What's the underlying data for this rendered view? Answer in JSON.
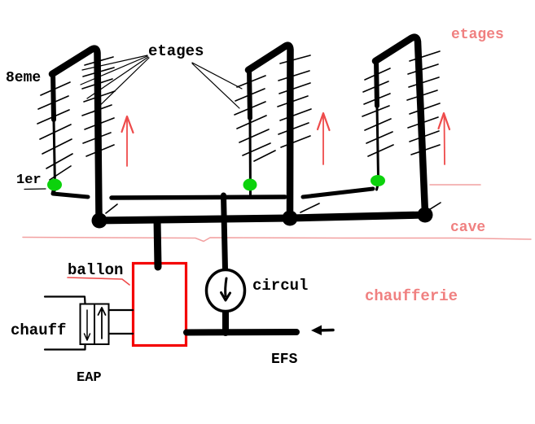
{
  "labels": {
    "eighth_floor": "8eme",
    "first_floor": "1er",
    "etages_black": "etages",
    "etages_pink": "etages",
    "cave": "cave",
    "chaufferie": "chaufferie",
    "ballon": "ballon",
    "circul": "circul",
    "chauff": "chauff",
    "eap": "EAP",
    "efs": "EFS"
  },
  "colors": {
    "ink": "#000000",
    "annotation-pink": "#f08080",
    "annotation-pink-line": "#f2a0a0",
    "flow-red": "#ee4b4b",
    "tank-red": "#f40000",
    "tap-green": "#0cd20c",
    "background": "#ffffff"
  }
}
